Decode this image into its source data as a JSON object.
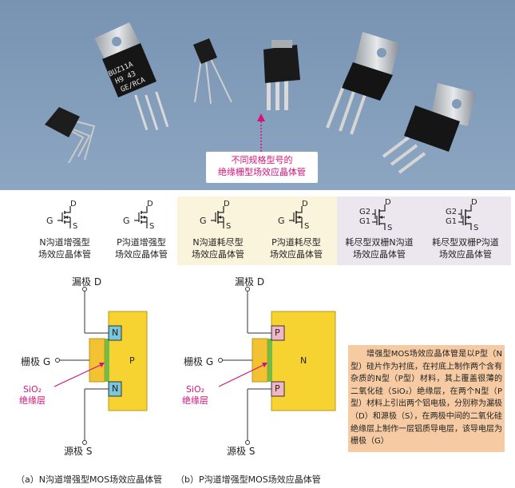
{
  "photo": {
    "callout_line1": "不同规格型号的",
    "callout_line2": "绝缘栅型场效应晶体管",
    "marking_1": "BUZ11A",
    "marking_2": "H9  43",
    "marking_3": "GE/RCA",
    "colors": {
      "background": "#7f9bb8",
      "accent": "#d4127a"
    }
  },
  "symbols": [
    {
      "g": "G",
      "d": "D",
      "s": "S",
      "line1": "N沟道增强型",
      "line2": "场效应晶体管"
    },
    {
      "g": "G",
      "d": "D",
      "s": "S",
      "line1": "P沟道增强型",
      "line2": "场效应晶体管"
    },
    {
      "g": "G",
      "d": "D",
      "s": "S",
      "line1": "N沟道耗尽型",
      "line2": "场效应晶体管"
    },
    {
      "g": "G",
      "d": "D",
      "s": "S",
      "line1": "P沟道耗尽型",
      "line2": "场效应晶体管"
    },
    {
      "g1": "G1",
      "g2": "G2",
      "d": "D",
      "s": "S",
      "line1": "耗尽型双栅N沟道",
      "line2": "场效应晶体管"
    },
    {
      "g1": "G1",
      "g2": "G2",
      "d": "D",
      "s": "S",
      "line1": "耗尽型双栅P沟道",
      "line2": "场效应晶体管"
    }
  ],
  "diagram_a": {
    "drain": "漏极 D",
    "gate": "栅极 G",
    "source": "源极 S",
    "region_top": "N",
    "region_bottom": "N",
    "substrate": "P",
    "sio2_line1": "SiO₂",
    "sio2_line2": "绝缘层",
    "caption": "（a）N沟道增强型MOS场效应晶体管"
  },
  "diagram_b": {
    "drain": "漏极 D",
    "gate": "栅极 G",
    "source": "源极 S",
    "region_top": "P",
    "region_bottom": "P",
    "substrate": "N",
    "sio2_line1": "SiO₂",
    "sio2_line2": "绝缘层",
    "caption": "（b）P沟道增强型MOS场效应晶体管"
  },
  "info_text": "增强型MOS场效应晶体管是以P型（N型）硅片作为衬底，在衬底上制作两个含有杂质的N型（P型）材料，其上覆盖很薄的二氧化硅（SiO₂）绝缘层，在两个N型（P型）材料上引出两个铝电极，分别称为漏极（D）和源极（S），在两极中间的二氧化硅绝缘层上制作一层铝质导电层，该导电层为栅极（G）"
}
